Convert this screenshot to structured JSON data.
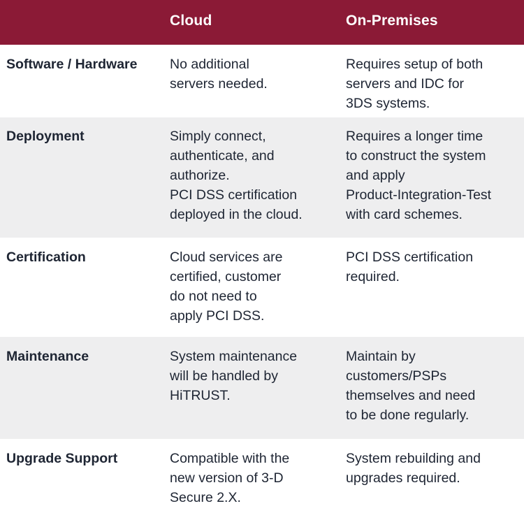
{
  "header": {
    "col0": "",
    "col1": "Cloud",
    "col2": "On-Premises"
  },
  "rows": [
    {
      "label": "Software / Hardware",
      "cloud": "No additional\nservers needed.",
      "onprem": "Requires setup of both\nservers and IDC for\n3DS systems."
    },
    {
      "label": "Deployment",
      "cloud": "Simply connect,\nauthenticate, and\nauthorize.\nPCI DSS certification\ndeployed in the cloud.",
      "onprem": "Requires a longer time\nto construct the system\nand apply\nProduct-Integration-Test\nwith card schemes."
    },
    {
      "label": "Certification",
      "cloud": "Cloud services are\ncertified, customer\ndo not need to\napply PCI DSS.",
      "onprem": "PCI DSS certification\nrequired."
    },
    {
      "label": "Maintenance",
      "cloud": "System maintenance\nwill be handled by\nHiTRUST.",
      "onprem": "Maintain by\ncustomers/PSPs\nthemselves and need\nto be done regularly."
    },
    {
      "label": "Upgrade Support",
      "cloud": "Compatible with the\nnew version of 3-D\nSecure 2.X.",
      "onprem": "System rebuilding and\nupgrades required."
    }
  ],
  "colors": {
    "header_bg": "#8b1a36",
    "header_text": "#ffffff",
    "row_alt_bg": "#eeeeef",
    "text": "#1e2533"
  }
}
